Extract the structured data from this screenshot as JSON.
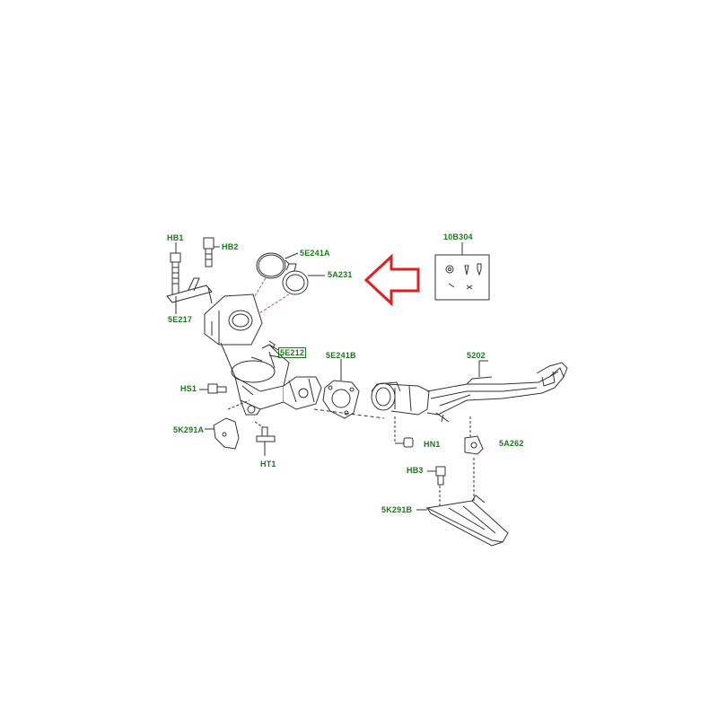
{
  "diagram": {
    "colors": {
      "label": "#1a7a1a",
      "line": "#333333",
      "arrow": "#e02020"
    },
    "labels": {
      "HB1": "HB1",
      "HB2": "HB2",
      "5E241A": "5E241A",
      "5A231": "5A231",
      "10B304": "10B304",
      "5E217": "5E217",
      "5E212": "5E212",
      "5E241B": "5E241B",
      "5202": "5202",
      "HS1": "HS1",
      "5K291A": "5K291A",
      "HT1": "HT1",
      "HN1": "HN1",
      "5A262": "5A262",
      "HB3": "HB3",
      "5K291B": "5K291B"
    },
    "callout_arrow": {
      "direction": "left",
      "icon": "outline-arrow-left-icon"
    }
  }
}
